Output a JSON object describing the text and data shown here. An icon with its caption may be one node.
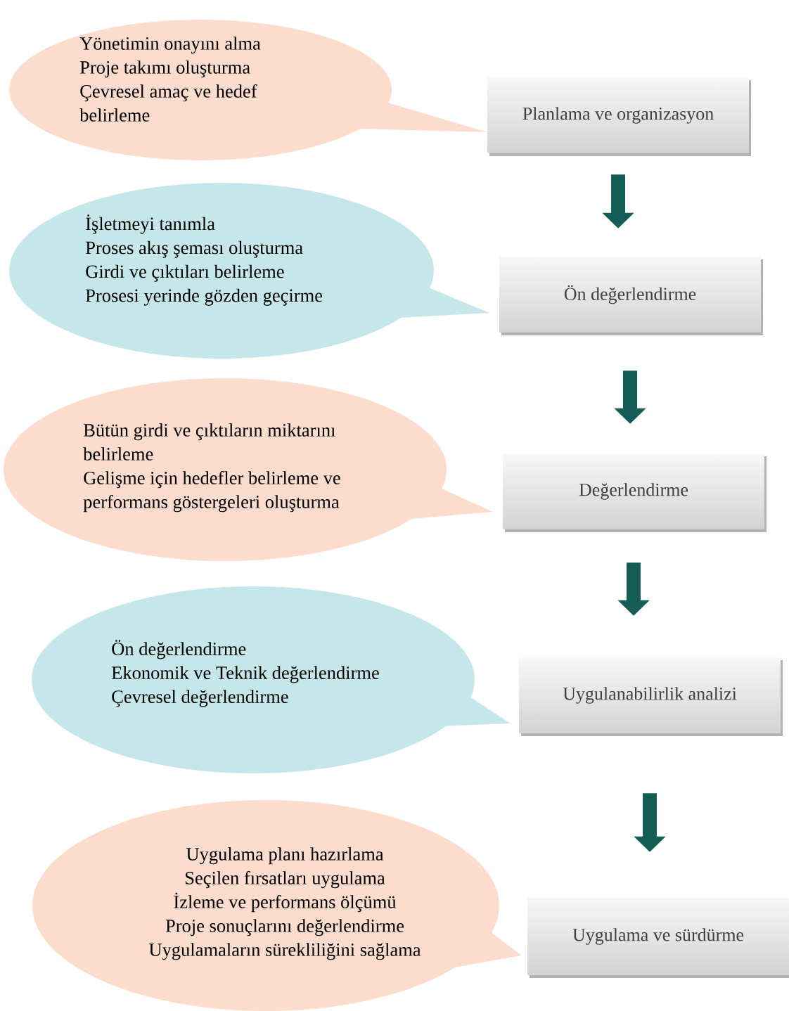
{
  "diagram": {
    "nodes": [
      {
        "text": [
          "Yönetimin onayını alma",
          "Proje takımı oluşturma",
          "Çevresel amaç ve hedef belirleme"
        ]
      },
      {
        "text": [
          "Planlama ve organizasyon"
        ]
      },
      {
        "text": [
          "İşletmeyi tanımla",
          "Proses akış şeması oluşturma",
          "Girdi ve çıktıları belirleme",
          "Prosesi yerinde gözden geçirme"
        ]
      },
      {
        "text": [
          "Ön değerlendirme"
        ]
      },
      {
        "text": [
          "Bütün girdi ve çıktıların miktarını belirleme",
          "Gelişme için hedefler belirleme ve performans göstergeleri oluşturma"
        ]
      },
      {
        "text": [
          "Değerlendirme"
        ]
      },
      {
        "text": [
          "Ön değerlendirme",
          "Ekonomik ve Teknik değerlendirme",
          "Çevresel değerlendirme"
        ]
      },
      {
        "text": [
          "Uygulanabilirlik analizi"
        ]
      },
      {
        "text": [
          "Uygulama planı hazırlama",
          "Seçilen fırsatları uygulama",
          "İzleme ve performans ölçümü",
          "Proje sonuçlarını değerlendirme",
          "Uygulamaların sürekliliğini sağlama"
        ]
      },
      {
        "text": [
          "Uygulama ve sürdürme"
        ]
      }
    ],
    "edges": [
      {
        "from": 0,
        "to": 1,
        "arrow": "none"
      },
      {
        "from": 1,
        "to": 3,
        "arrow": "to"
      },
      {
        "from": 2,
        "to": 3,
        "arrow": "none"
      },
      {
        "from": 3,
        "to": 5,
        "arrow": "to"
      },
      {
        "from": 4,
        "to": 5,
        "arrow": "none"
      },
      {
        "from": 5,
        "to": 7,
        "arrow": "to"
      },
      {
        "from": 6,
        "to": 7,
        "arrow": "none"
      },
      {
        "from": 7,
        "to": 9,
        "arrow": "to"
      },
      {
        "from": 8,
        "to": 9,
        "arrow": "none"
      }
    ]
  }
}
